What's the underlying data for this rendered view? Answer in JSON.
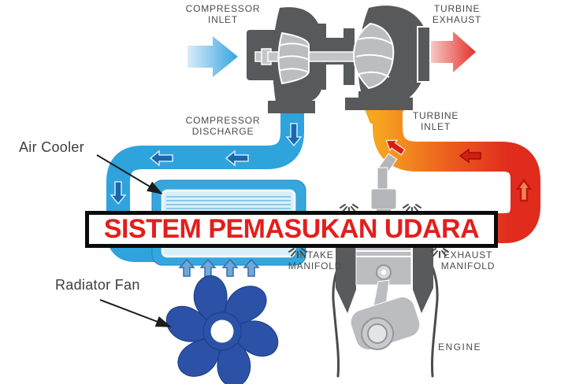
{
  "diagram": {
    "banner": {
      "text": "SISTEM PEMASUKAN UDARA",
      "text_color": "#e31e1e"
    },
    "labels": {
      "compressor_inlet": "COMPRESSOR\nINLET",
      "turbine_exhaust": "TURBINE\nEXHAUST",
      "compressor_discharge": "COMPRESSOR\nDISCHARGE",
      "turbine_inlet": "TURBINE\nINLET",
      "air_cooler": "Air Cooler",
      "radiator_fan": "Radiator Fan",
      "intake_manifold": "INTAKE\nMANIFOLD",
      "exhaust_manifold": "EXHAUST\nMANIFOLD",
      "engine": "ENGINE"
    },
    "colors": {
      "cold_pipe": "#2ea3dc",
      "cold_pipe_arrow": "#1a67ae",
      "cooler_core": "#d9f0fb",
      "cooler_fin": "#8cc9e9",
      "hot_pipe_start": "#f6a51f",
      "hot_pipe_end": "#e02b1d",
      "hot_arrow": "#d41f10",
      "fan": "#2b52a6",
      "metal_dark": "#58595b",
      "metal_light": "#bcbdc0",
      "label_text": "#4b4b4d"
    }
  }
}
